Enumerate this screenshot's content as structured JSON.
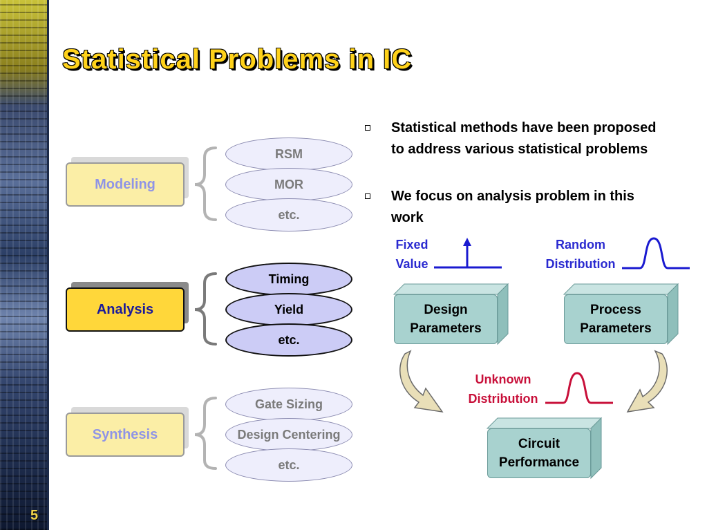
{
  "slide": {
    "number": "5",
    "title": "Statistical Problems in IC"
  },
  "categories": [
    {
      "label": "Modeling",
      "items": [
        "RSM",
        "MOR",
        "etc."
      ]
    },
    {
      "label": "Analysis",
      "items": [
        "Timing",
        "Yield",
        "etc."
      ]
    },
    {
      "label": "Synthesis",
      "items": [
        "Gate Sizing",
        "Design Centering",
        "etc."
      ]
    }
  ],
  "bullets": [
    "Statistical methods have been proposed to address various statistical problems",
    "We focus on analysis problem in this work"
  ],
  "diagram": {
    "fixed_value": [
      "Fixed",
      "Value"
    ],
    "random_distribution": [
      "Random",
      "Distribution"
    ],
    "unknown_distribution": [
      "Unknown",
      "Distribution"
    ],
    "design_parameters": [
      "Design",
      "Parameters"
    ],
    "process_parameters": [
      "Process",
      "Parameters"
    ],
    "circuit_performance": [
      "Circuit",
      "Performance"
    ]
  },
  "colors": {
    "title": "#ffd21a",
    "active_box": "#ffd73a",
    "blue_label": "#2a2ad0",
    "red_label": "#c8103a",
    "teal_box": "#a8d2cf",
    "arrow_fill": "#e9dfb8"
  },
  "icons": [
    "square-bullet-icon",
    "up-arrow-icon",
    "bell-curve-icon",
    "curved-arrow-icon",
    "brace-icon"
  ]
}
